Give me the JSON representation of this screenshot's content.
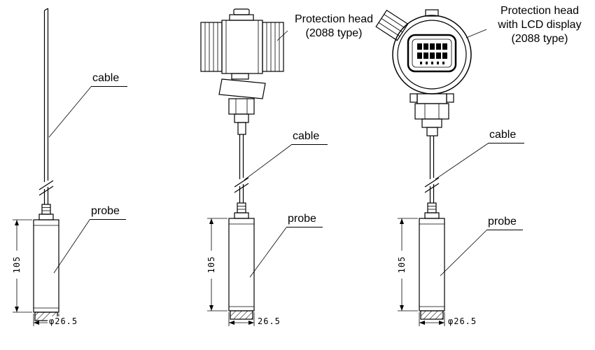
{
  "canvas": {
    "background": "#ffffff",
    "line_color": "#000000"
  },
  "figures": [
    {
      "id": "cable-probe-level-transmitter",
      "labels": {
        "cable": "cable",
        "probe": "probe"
      },
      "dimensions": {
        "length": "105",
        "diameter": "φ26.5"
      }
    },
    {
      "id": "protection-head-level-transmitter",
      "head_label": {
        "line1": "Protection head",
        "line2": "(2088 type)"
      },
      "labels": {
        "cable": "cable",
        "probe": "probe"
      },
      "dimensions": {
        "length": "105",
        "diameter": "26.5"
      }
    },
    {
      "id": "lcd-protection-head-level-transmitter",
      "head_label": {
        "line1": "Protection head",
        "line2": "with LCD display",
        "line3": "(2088 type)"
      },
      "labels": {
        "cable": "cable",
        "probe": "probe"
      },
      "dimensions": {
        "length": "105",
        "diameter": "φ26.5"
      }
    }
  ]
}
